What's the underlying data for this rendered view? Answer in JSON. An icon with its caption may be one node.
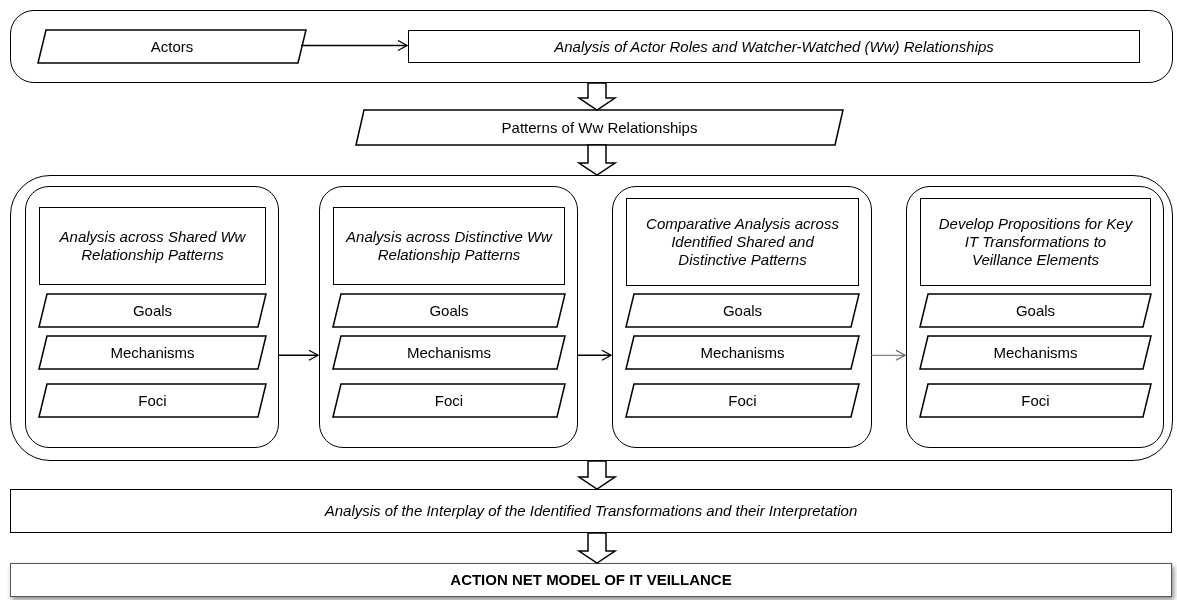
{
  "diagram": {
    "nodes": [
      {
        "text": [],
        "shape": "box"
      },
      {
        "text": [
          "Actors"
        ],
        "in": 0
      },
      {
        "text": [
          "Analysis of Actor Roles and Watcher-Watched (Ww) Relationships"
        ],
        "in": 0
      },
      {
        "text": [
          "Patterns of Ww Relationships"
        ]
      },
      {
        "text": [],
        "shape": "box"
      },
      {
        "text": [],
        "shape": "box",
        "in": 4
      },
      {
        "text": [
          "Analysis across Shared Ww Relationship Patterns"
        ],
        "in": 5
      },
      {
        "text": [
          "Goals"
        ],
        "in": 5
      },
      {
        "text": [
          "Mechanisms"
        ],
        "in": 5
      },
      {
        "text": [
          "Foci"
        ],
        "in": 5
      },
      {
        "text": [],
        "shape": "box",
        "in": 4
      },
      {
        "text": [
          "Analysis across Distinctive Ww Relationship Patterns"
        ],
        "in": 10
      },
      {
        "text": [
          "Goals"
        ],
        "in": 10
      },
      {
        "text": [
          "Mechanisms"
        ],
        "in": 10
      },
      {
        "text": [
          "Foci"
        ],
        "in": 10
      },
      {
        "text": [],
        "shape": "box",
        "in": 4
      },
      {
        "text": [
          "Comparative Analysis across Identified Shared and Distinctive Patterns"
        ],
        "in": 15
      },
      {
        "text": [
          "Goals"
        ],
        "in": 15
      },
      {
        "text": [
          "Mechanisms"
        ],
        "in": 15
      },
      {
        "text": [
          "Foci"
        ],
        "in": 15
      },
      {
        "text": [],
        "shape": "box",
        "in": 4
      },
      {
        "text": [
          "Develop Propositions for Key IT Transformations to Veillance Elements"
        ],
        "in": 20
      },
      {
        "text": [
          "Goals"
        ],
        "in": 20
      },
      {
        "text": [
          "Mechanisms"
        ],
        "in": 20
      },
      {
        "text": [
          "Foci"
        ],
        "in": 20
      },
      {
        "text": [
          "Analysis of the Interplay of the Identified Transformations and their Interpretation"
        ]
      },
      {
        "text": [
          "ACTION NET MODEL OF IT VEILLANCE"
        ]
      }
    ],
    "edges": [
      {
        "from": 1,
        "to": 2,
        "arrow": "to"
      },
      {
        "from": 0,
        "to": 3,
        "arrow": "to",
        "style": "thick"
      },
      {
        "from": 3,
        "to": 4,
        "arrow": "to",
        "style": "thick"
      },
      {
        "from": 5,
        "to": 10,
        "arrow": "to"
      },
      {
        "from": 10,
        "to": 15,
        "arrow": "to"
      },
      {
        "from": 15,
        "to": 20,
        "arrow": "to",
        "color": "#666666"
      },
      {
        "from": 4,
        "to": 25,
        "arrow": "to",
        "style": "thick"
      },
      {
        "from": 25,
        "to": 26,
        "arrow": "to",
        "style": "thick"
      }
    ]
  }
}
